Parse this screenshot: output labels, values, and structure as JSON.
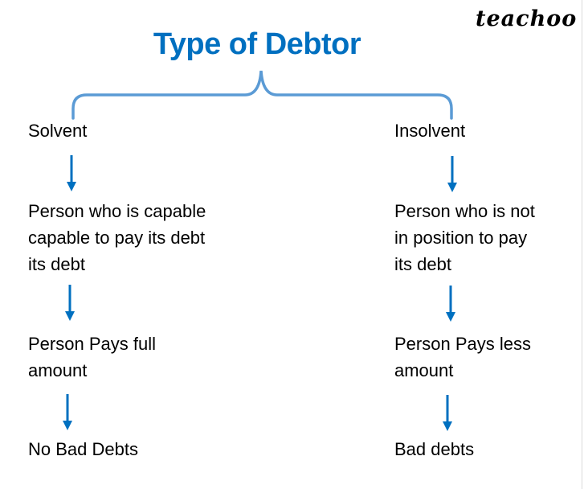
{
  "brand": {
    "logo_text": "teachoo"
  },
  "diagram": {
    "title": "Type of Debtor",
    "colors": {
      "title": "#0070c0",
      "brace": "#5b9bd5",
      "arrow": "#0070c0",
      "text": "#000000"
    },
    "branches": [
      {
        "heading": "Solvent",
        "steps": [
          {
            "lines": [
              "Person who is capable",
              "capable to pay its debt",
              "its debt"
            ]
          },
          {
            "lines": [
              "Person Pays full",
              "amount"
            ]
          },
          {
            "lines": [
              "No Bad Debts"
            ]
          }
        ]
      },
      {
        "heading": "Insolvent",
        "steps": [
          {
            "lines": [
              "Person who is not",
              "in position to pay",
              "its debt"
            ]
          },
          {
            "lines": [
              "Person Pays less",
              "amount"
            ]
          },
          {
            "lines": [
              "Bad debts"
            ]
          }
        ]
      }
    ]
  }
}
